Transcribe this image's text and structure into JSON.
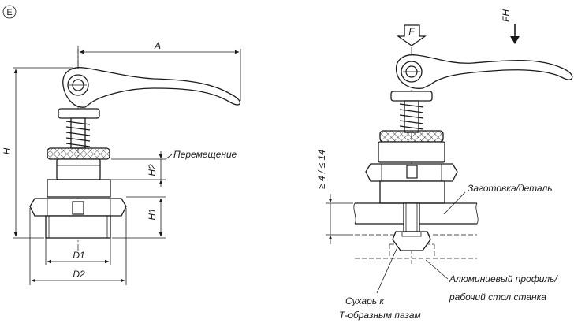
{
  "view_marker": "E",
  "left_view": {
    "dims": {
      "a": "A",
      "h": "H",
      "h1": "H1",
      "h2": "H2",
      "d1": "D1",
      "d2": "D2"
    },
    "callouts": {
      "travel": "Перемещение"
    }
  },
  "right_view": {
    "forces": {
      "f": "F",
      "fh": "FH"
    },
    "dims": {
      "thickness": "≥ 4 / ≤ 14"
    },
    "callouts": {
      "workpiece": "Заготовка/деталь",
      "profile_line1": "Алюминиевый профиль/",
      "profile_line2": "рабочий стол станка",
      "slot_nut_line1": "Сухарь к",
      "slot_nut_line2": "Т-образным пазам"
    }
  }
}
